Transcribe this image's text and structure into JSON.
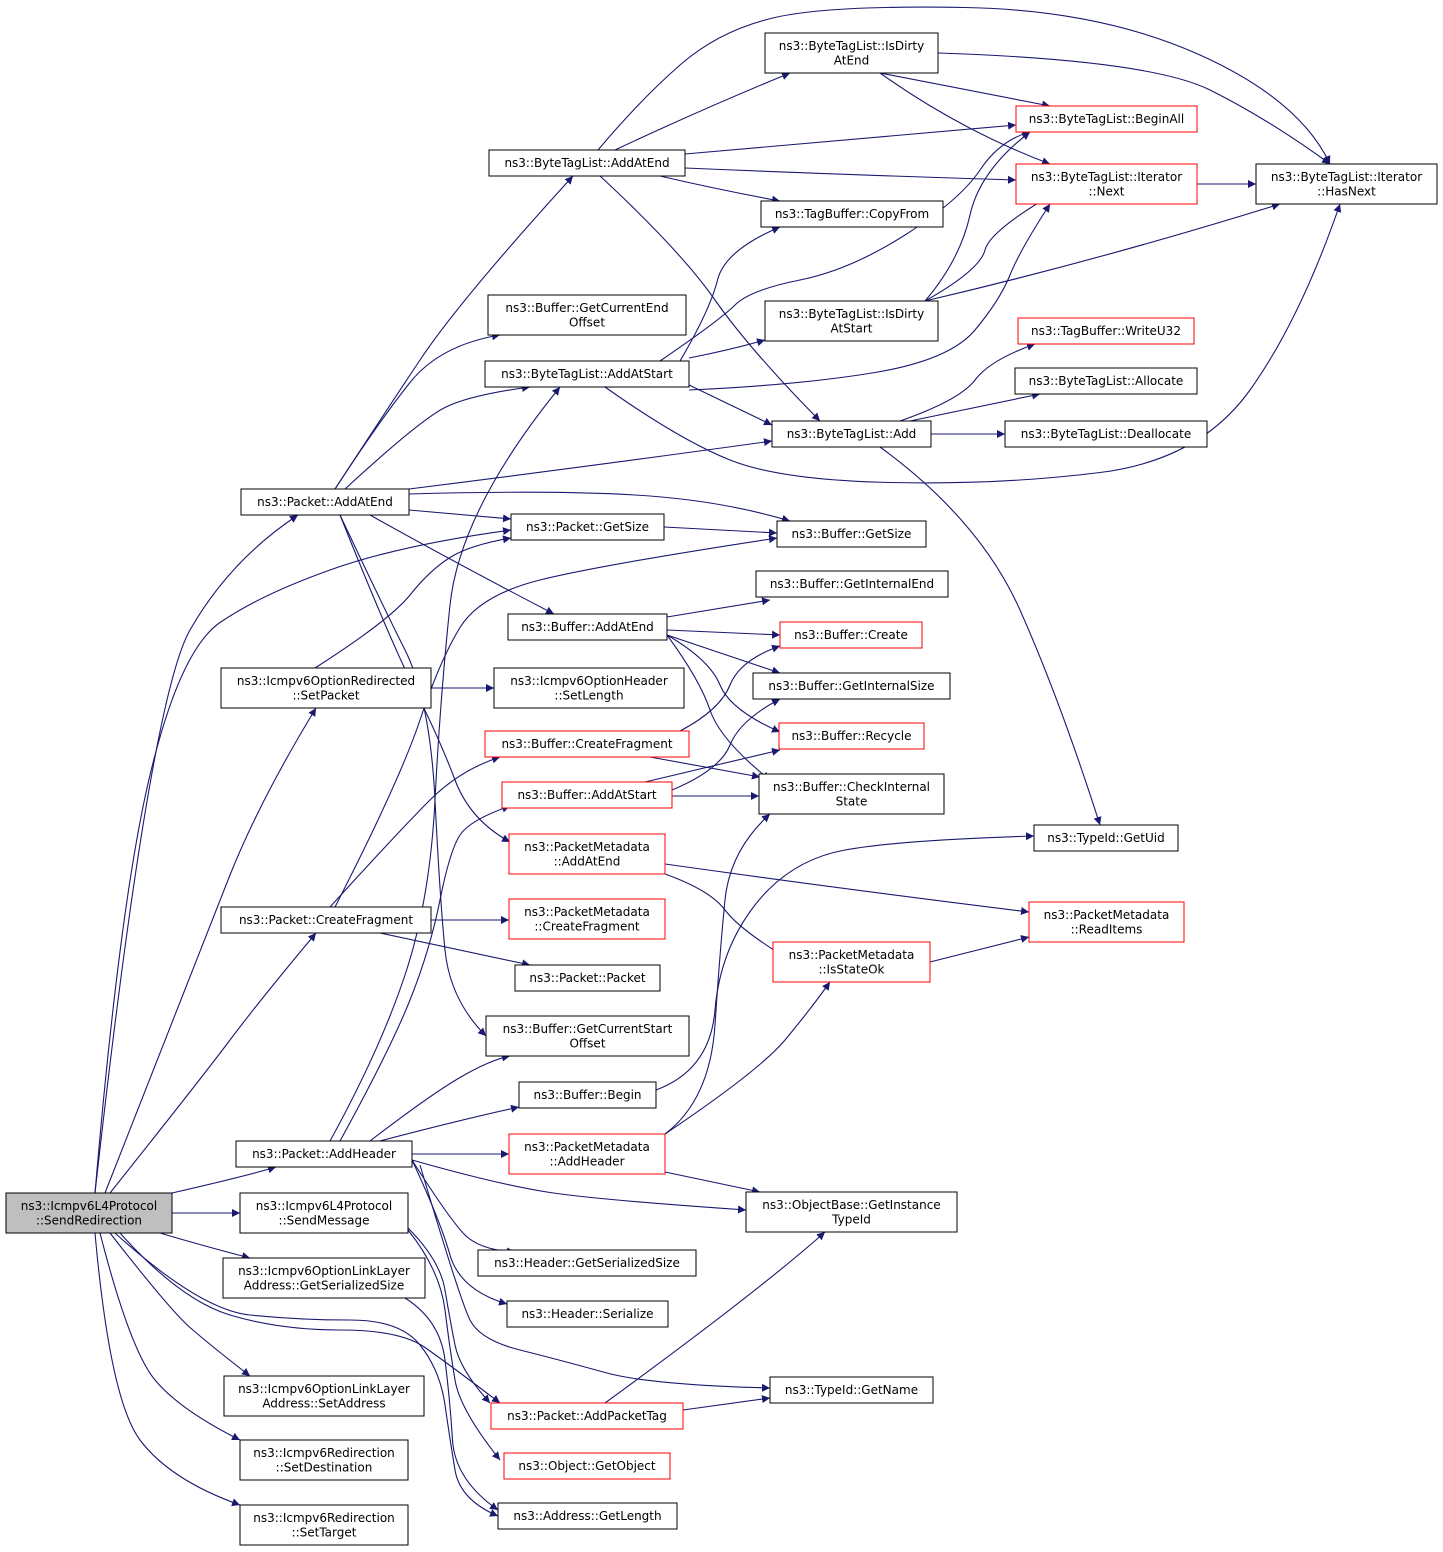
{
  "nodes": [
    {
      "id": "root",
      "lines": [
        "ns3::Icmpv6L4Protocol",
        "::SendRedirection"
      ],
      "style": "root"
    },
    {
      "id": "n_addatend",
      "lines": [
        "ns3::Packet::AddAtEnd"
      ]
    },
    {
      "id": "n_setpacket",
      "lines": [
        "ns3::Icmpv6OptionRedirected",
        "::SetPacket"
      ]
    },
    {
      "id": "n_createfrag",
      "lines": [
        "ns3::Packet::CreateFragment"
      ]
    },
    {
      "id": "n_addheader",
      "lines": [
        "ns3::Packet::AddHeader"
      ]
    },
    {
      "id": "n_sendmessage",
      "lines": [
        "ns3::Icmpv6L4Protocol",
        "::SendMessage"
      ]
    },
    {
      "id": "n_llgetsize",
      "lines": [
        "ns3::Icmpv6OptionLinkLayer",
        "Address::GetSerializedSize"
      ]
    },
    {
      "id": "n_setaddress",
      "lines": [
        "ns3::Icmpv6OptionLinkLayer",
        "Address::SetAddress"
      ]
    },
    {
      "id": "n_setdest",
      "lines": [
        "ns3::Icmpv6Redirection",
        "::SetDestination"
      ]
    },
    {
      "id": "n_settarget",
      "lines": [
        "ns3::Icmpv6Redirection",
        "::SetTarget"
      ]
    },
    {
      "id": "n_btl_addatend",
      "lines": [
        "ns3::ByteTagList::AddAtEnd"
      ]
    },
    {
      "id": "n_buf_curend",
      "lines": [
        "ns3::Buffer::GetCurrentEnd",
        "Offset"
      ]
    },
    {
      "id": "n_btl_addatstart",
      "lines": [
        "ns3::ByteTagList::AddAtStart"
      ]
    },
    {
      "id": "n_pkt_getsize",
      "lines": [
        "ns3::Packet::GetSize"
      ]
    },
    {
      "id": "n_buf_addatend",
      "lines": [
        "ns3::Buffer::AddAtEnd"
      ]
    },
    {
      "id": "n_optheader_setlen",
      "lines": [
        "ns3::Icmpv6OptionHeader",
        "::SetLength"
      ]
    },
    {
      "id": "n_buf_createfrag",
      "lines": [
        "ns3::Buffer::CreateFragment"
      ],
      "style": "red"
    },
    {
      "id": "n_buf_addatstart",
      "lines": [
        "ns3::Buffer::AddAtStart"
      ],
      "style": "red"
    },
    {
      "id": "n_pm_addatend",
      "lines": [
        "ns3::PacketMetadata",
        "::AddAtEnd"
      ],
      "style": "red"
    },
    {
      "id": "n_pm_createfrag",
      "lines": [
        "ns3::PacketMetadata",
        "::CreateFragment"
      ],
      "style": "red"
    },
    {
      "id": "n_pkt_packet",
      "lines": [
        "ns3::Packet::Packet"
      ]
    },
    {
      "id": "n_buf_curstart",
      "lines": [
        "ns3::Buffer::GetCurrentStart",
        "Offset"
      ]
    },
    {
      "id": "n_buf_begin",
      "lines": [
        "ns3::Buffer::Begin"
      ]
    },
    {
      "id": "n_pm_addheader",
      "lines": [
        "ns3::PacketMetadata",
        "::AddHeader"
      ],
      "style": "red"
    },
    {
      "id": "n_hdr_getsersize",
      "lines": [
        "ns3::Header::GetSerializedSize"
      ]
    },
    {
      "id": "n_hdr_serialize",
      "lines": [
        "ns3::Header::Serialize"
      ]
    },
    {
      "id": "n_pkt_addpackettag",
      "lines": [
        "ns3::Packet::AddPacketTag"
      ],
      "style": "red"
    },
    {
      "id": "n_obj_getobject",
      "lines": [
        "ns3::Object::GetObject"
      ],
      "style": "red"
    },
    {
      "id": "n_addr_getlen",
      "lines": [
        "ns3::Address::GetLength"
      ]
    },
    {
      "id": "n_btl_isdirtyend",
      "lines": [
        "ns3::ByteTagList::IsDirty",
        "AtEnd"
      ]
    },
    {
      "id": "n_tagbuf_copyfrom",
      "lines": [
        "ns3::TagBuffer::CopyFrom"
      ]
    },
    {
      "id": "n_btl_isdirtystart",
      "lines": [
        "ns3::ByteTagList::IsDirty",
        "AtStart"
      ]
    },
    {
      "id": "n_btl_add",
      "lines": [
        "ns3::ByteTagList::Add"
      ]
    },
    {
      "id": "n_buf_getsize",
      "lines": [
        "ns3::Buffer::GetSize"
      ]
    },
    {
      "id": "n_buf_getintend",
      "lines": [
        "ns3::Buffer::GetInternalEnd"
      ]
    },
    {
      "id": "n_buf_create",
      "lines": [
        "ns3::Buffer::Create"
      ],
      "style": "red"
    },
    {
      "id": "n_buf_getintsize",
      "lines": [
        "ns3::Buffer::GetInternalSize"
      ]
    },
    {
      "id": "n_buf_recycle",
      "lines": [
        "ns3::Buffer::Recycle"
      ],
      "style": "red"
    },
    {
      "id": "n_buf_checkstate",
      "lines": [
        "ns3::Buffer::CheckInternal",
        "State"
      ]
    },
    {
      "id": "n_pm_isstateok",
      "lines": [
        "ns3::PacketMetadata",
        "::IsStateOk"
      ],
      "style": "red"
    },
    {
      "id": "n_ob_getinstancetypeid",
      "lines": [
        "ns3::ObjectBase::GetInstance",
        "TypeId"
      ]
    },
    {
      "id": "n_typeid_getname",
      "lines": [
        "ns3::TypeId::GetName"
      ]
    },
    {
      "id": "n_btl_beginall",
      "lines": [
        "ns3::ByteTagList::BeginAll"
      ],
      "style": "red"
    },
    {
      "id": "n_btl_iter_next",
      "lines": [
        "ns3::ByteTagList::Iterator",
        "::Next"
      ],
      "style": "red"
    },
    {
      "id": "n_tagbuf_writeu32",
      "lines": [
        "ns3::TagBuffer::WriteU32"
      ],
      "style": "red"
    },
    {
      "id": "n_btl_allocate",
      "lines": [
        "ns3::ByteTagList::Allocate"
      ]
    },
    {
      "id": "n_btl_deallocate",
      "lines": [
        "ns3::ByteTagList::Deallocate"
      ]
    },
    {
      "id": "n_typeid_getuid",
      "lines": [
        "ns3::TypeId::GetUid"
      ]
    },
    {
      "id": "n_pm_readitems",
      "lines": [
        "ns3::PacketMetadata",
        "::ReadItems"
      ],
      "style": "red"
    },
    {
      "id": "n_btl_iter_hasnext",
      "lines": [
        "ns3::ByteTagList::Iterator",
        "::HasNext"
      ]
    }
  ]
}
